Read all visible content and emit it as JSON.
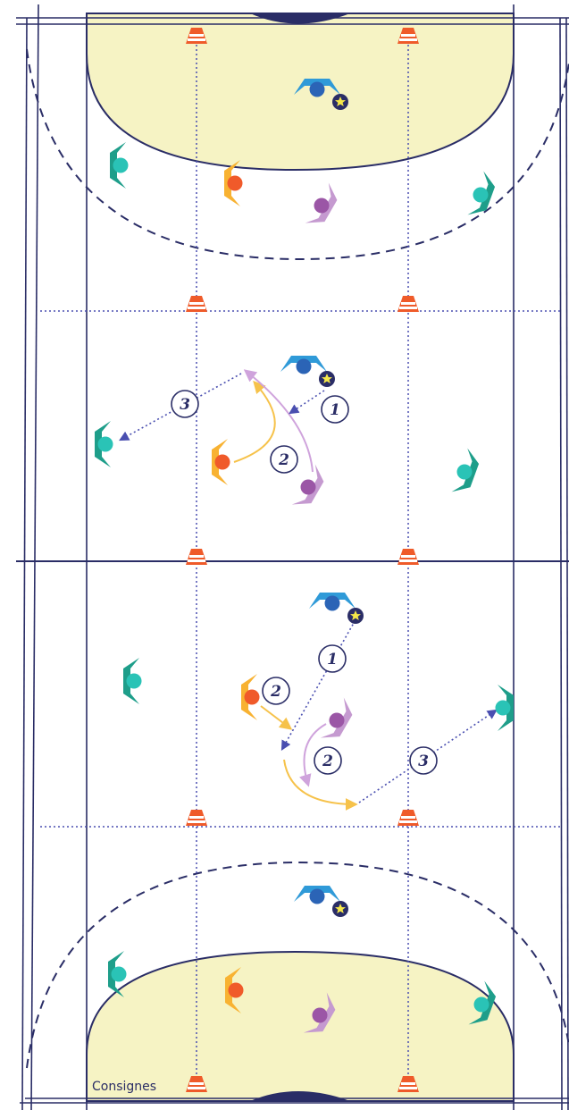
{
  "labels": {
    "consignes": "Consignes"
  },
  "colors": {
    "court_lines": "#2a2d66",
    "goal_area": "#f6f3c4",
    "court_bg": "#ffffff",
    "cone": "#ef5b2a",
    "blue_player": "#2f9ad8",
    "blue_dot": "#2b64b6",
    "star": "#f6e84a",
    "teal_player": "#1e9e8a",
    "teal_dot": "#2ac3b6",
    "orange_player": "#f8b232",
    "orange_dot": "#f05a2a",
    "purple_player": "#c59ad0",
    "purple_dot": "#9b56a6",
    "pass_arrow": "#4a4fb0",
    "run_orange": "#f6c24a",
    "run_purple": "#cfa3dc"
  },
  "steps": [
    {
      "id": "upper-step-1",
      "text": "1"
    },
    {
      "id": "upper-step-2",
      "text": "2"
    },
    {
      "id": "upper-step-3",
      "text": "3"
    },
    {
      "id": "lower-step-1",
      "text": "1"
    },
    {
      "id": "lower-step-2a",
      "text": "2"
    },
    {
      "id": "lower-step-2b",
      "text": "2"
    },
    {
      "id": "lower-step-3",
      "text": "3"
    }
  ],
  "icons": [
    "cone-icon",
    "player-icon",
    "ball-star-icon",
    "step-number-icon"
  ]
}
